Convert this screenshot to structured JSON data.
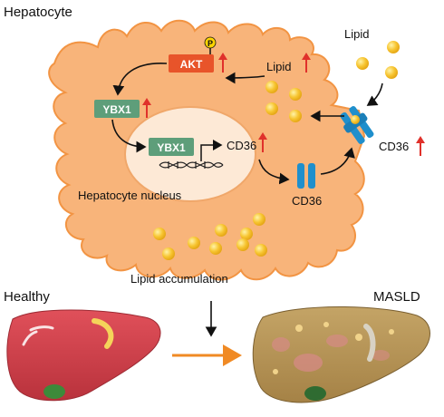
{
  "title": "Hepatocyte",
  "labels": {
    "lipid_external": "Lipid",
    "lipid_internal": "Lipid",
    "akt": "AKT",
    "phospho": "P",
    "ybx1_cytoplasm": "YBX1",
    "ybx1_nucleus": "YBX1",
    "cd36_gene": "CD36",
    "cd36_receptor_internal": "CD36",
    "cd36_membrane": "CD36",
    "nucleus": "Hepatocyte nucleus",
    "lipid_accumulation": "Lipid accumulation",
    "healthy": "Healthy",
    "masld": "MASLD"
  },
  "colors": {
    "cell_fill": "#f8b47a",
    "cell_stroke": "#f29443",
    "nucleus_fill": "#fde9d6",
    "akt_fill": "#e8542a",
    "ybx1_fill": "#5e9e7a",
    "phospho_fill": "#ffd400",
    "up_arrow": "#e0312b",
    "receptor_blue": "#1f8fcc",
    "lipid_drop": "#f7c531",
    "healthy_liver": "#d8424c",
    "masld_liver": "#b39355",
    "transition_arrow": "#f08a24"
  },
  "icons": [
    "phosphate-icon",
    "up-arrow-icon",
    "dna-icon",
    "receptor-icon",
    "lipid-droplet-icon",
    "liver-icon",
    "right-arrow-icon",
    "down-arrow-icon"
  ]
}
